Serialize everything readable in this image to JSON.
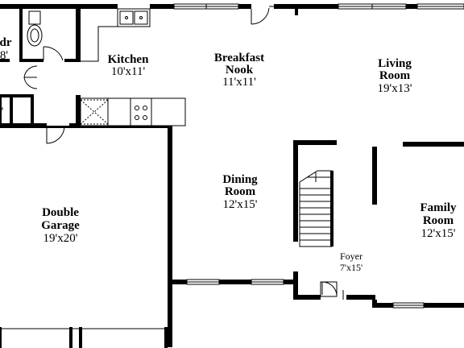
{
  "rooms": {
    "half_bath": {
      "name": "dr",
      "dims": "8'"
    },
    "closet": {
      "dims": "'"
    },
    "kitchen": {
      "name": "Kitchen",
      "dims": "10'x11'"
    },
    "breakfast": {
      "name_line1": "Breakfast",
      "name_line2": "Nook",
      "dims": "11'x11'"
    },
    "living": {
      "name_line1": "Living",
      "name_line2": "Room",
      "dims": "19'x13'"
    },
    "dining": {
      "name_line1": "Dining",
      "name_line2": "Room",
      "dims": "12'x15'"
    },
    "garage": {
      "name_line1": "Double",
      "name_line2": "Garage",
      "dims": "19'x20'"
    },
    "family": {
      "name_line1": "Family",
      "name_line2": "Room",
      "dims": "12'x15'"
    },
    "foyer": {
      "name": "Foyer",
      "dims": "7'x15'"
    }
  },
  "colors": {
    "wall": "#000000",
    "background": "#ffffff"
  }
}
